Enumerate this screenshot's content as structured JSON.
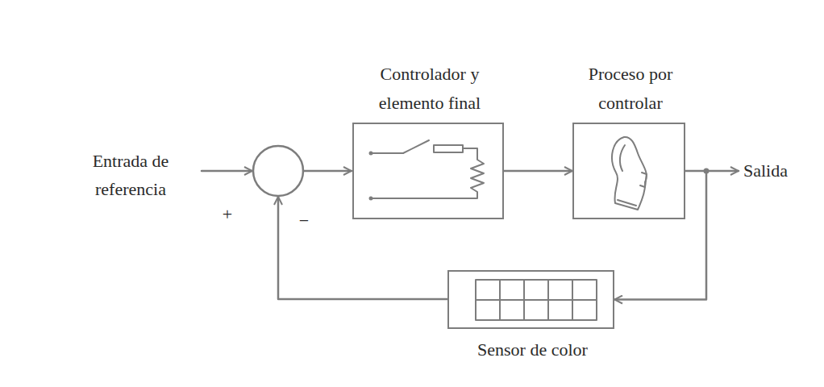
{
  "diagram": {
    "nodes": [
      {
        "text": [
          "Controlador y elemento final"
        ]
      },
      {
        "text": [
          "Proceso por controlar"
        ]
      },
      {
        "text": [
          "Sensor de color"
        ]
      }
    ],
    "edges": [
      {
        "from": 0,
        "to": 1,
        "arrow": "to"
      },
      {
        "from": 1,
        "to": 2,
        "arrow": "to"
      }
    ],
    "labels": [
      "Entrada de referencia",
      "+",
      "−",
      "Salida"
    ]
  }
}
